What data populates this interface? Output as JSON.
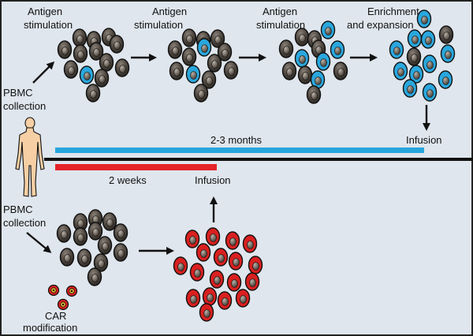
{
  "labels": {
    "top_step1_line1": "Antigen",
    "top_step1_line2": "stimulation",
    "top_step2_line1": "Antigen",
    "top_step2_line2": "stimulation",
    "top_step3_line1": "Antigen",
    "top_step3_line2": "stimulation",
    "top_step4_line1": "Enrichment",
    "top_step4_line2": "and expansion",
    "pbmc_top_line1": "PBMC",
    "pbmc_top_line2": "collection",
    "pbmc_bottom_line1": "PBMC",
    "pbmc_bottom_line2": "collection",
    "duration_long": "2-3 months",
    "duration_short": "2 weeks",
    "infusion_top": "Infusion",
    "infusion_bottom": "Infusion",
    "car_line1": "CAR",
    "car_line2": "modification"
  },
  "colors": {
    "background": "#dfe6ed",
    "border": "#222222",
    "blue_bar": "#27a6de",
    "red_bar": "#e5232b",
    "cell_dark": "#4d463f",
    "cell_blue": "#2aa7dd",
    "cell_red": "#d9201f",
    "skin": "#f7cfa4"
  }
}
